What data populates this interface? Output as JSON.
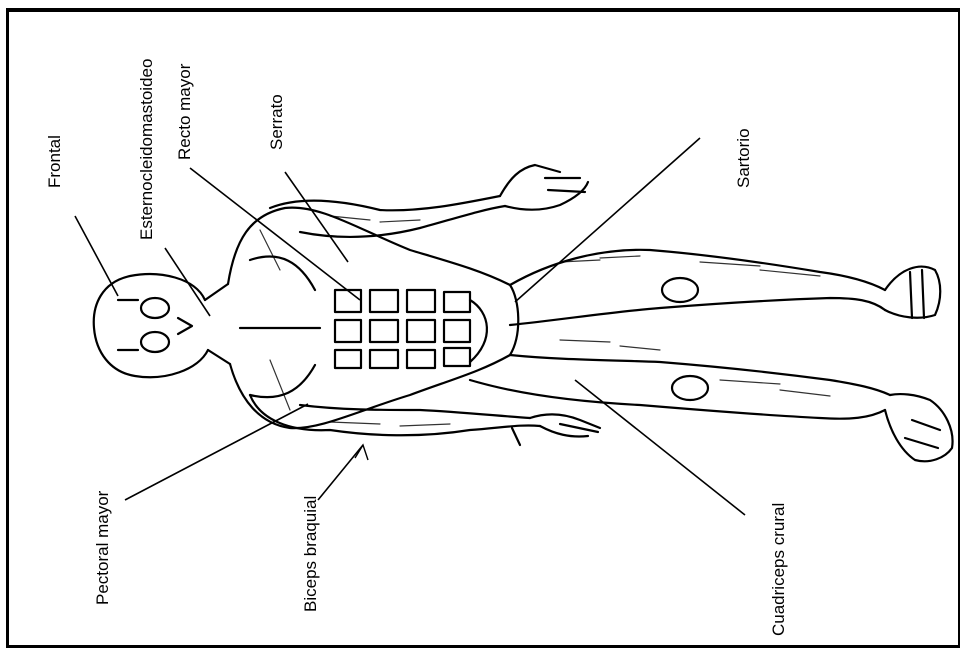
{
  "labels": {
    "frontal": "Frontal",
    "esternocleidomastoideo": "Esternocleidomastoideo",
    "recto_mayor": "Recto mayor",
    "serrato": "Serrato",
    "sartorio": "Sartorio",
    "pectoral_mayor": "Pectoral mayor",
    "biceps_braquial": "Biceps braquial",
    "cuadriceps_crural": "Cuadriceps crural"
  }
}
